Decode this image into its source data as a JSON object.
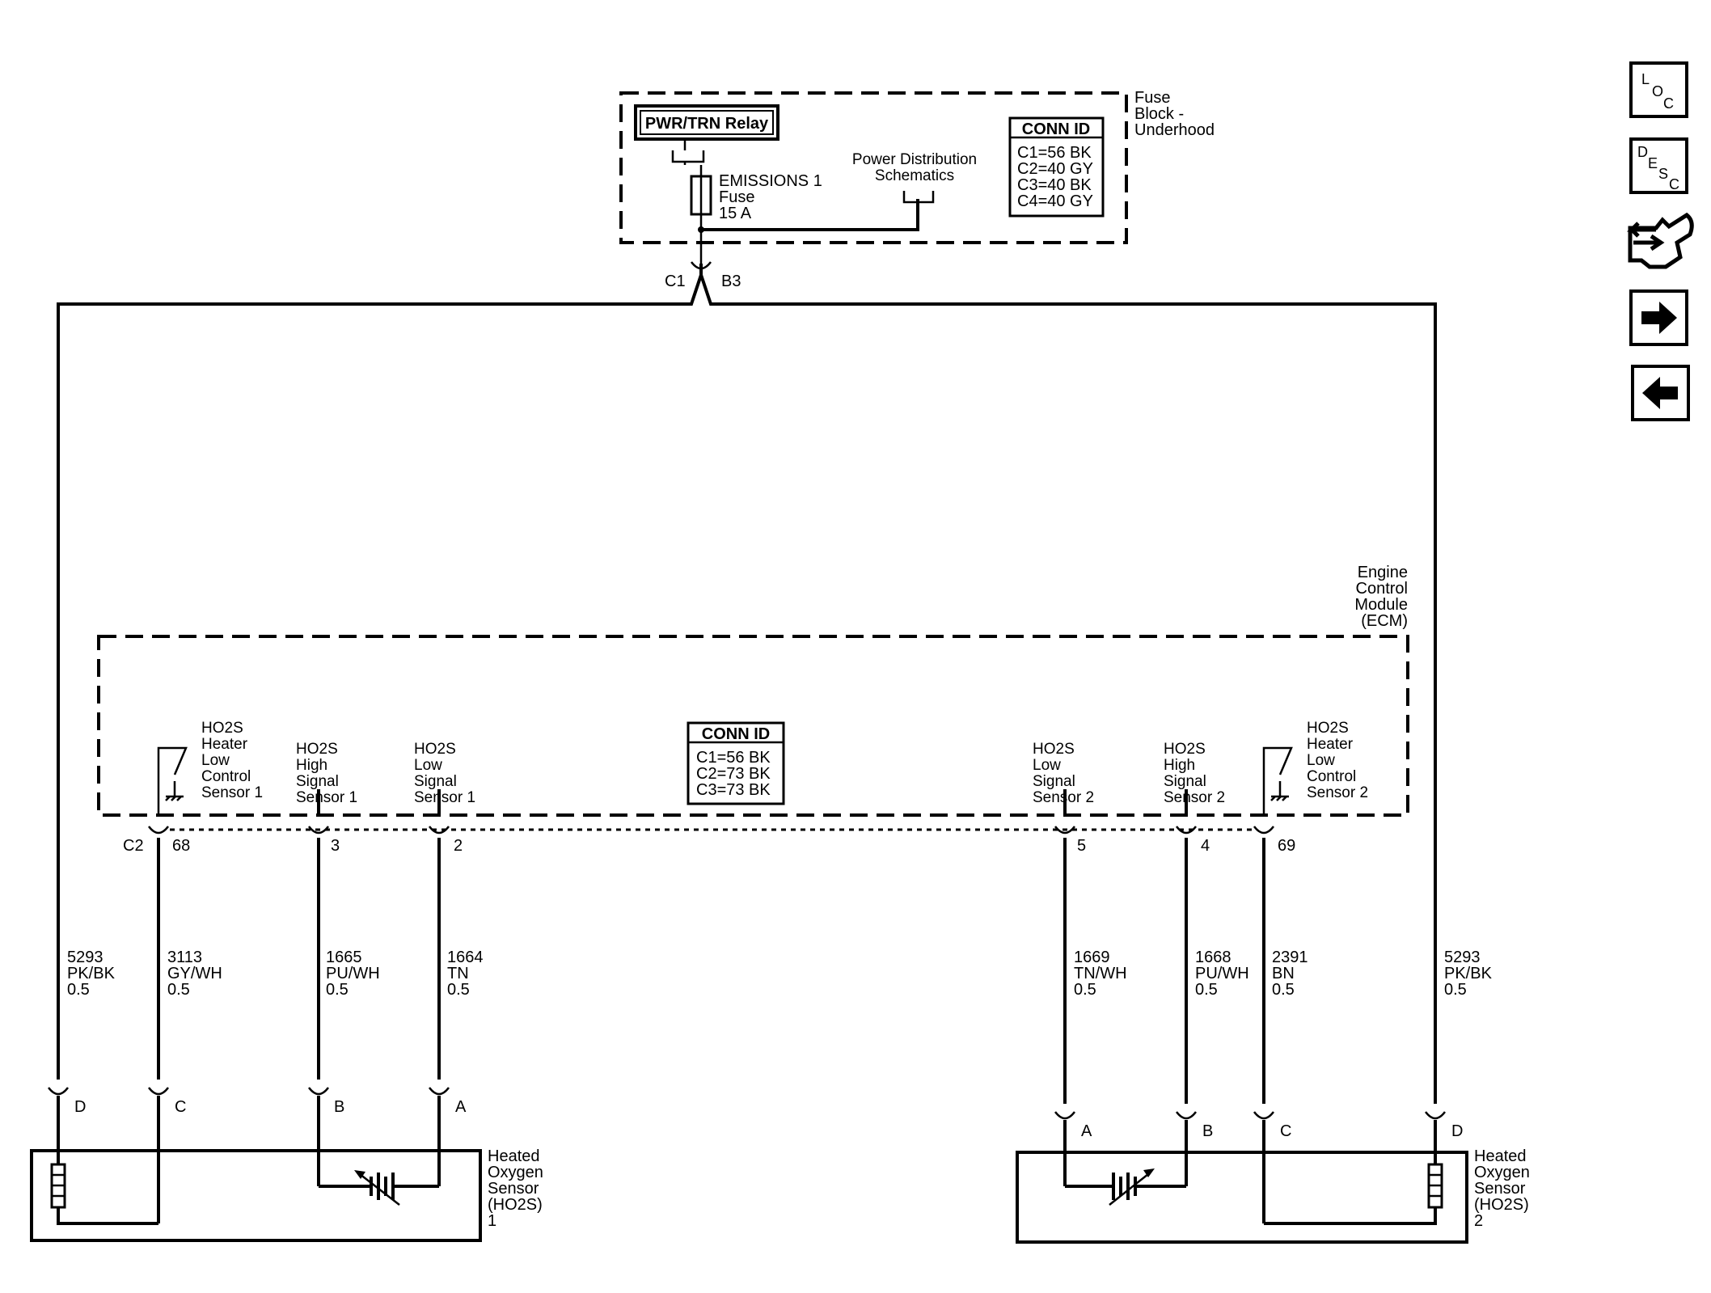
{
  "fuse_block": {
    "relay": "PWR/TRN Relay",
    "fuse_lines": [
      "EMISSIONS 1",
      "Fuse",
      "15 A"
    ],
    "power_dist": [
      "Power Distribution",
      "Schematics"
    ],
    "name": [
      "Fuse",
      "Block -",
      "Underhood"
    ],
    "conn_title": "CONN ID",
    "conn": [
      "C1=56 BK",
      "C2=40 GY",
      "C3=40 BK",
      "C4=40 GY"
    ],
    "connector": "C1",
    "pin": "B3"
  },
  "ecm": {
    "name": [
      "Engine",
      "Control",
      "Module",
      "(ECM)"
    ],
    "conn_title": "CONN ID",
    "conn": [
      "C1=56 BK",
      "C2=73 BK",
      "C3=73 BK"
    ],
    "connector": "C2",
    "functions": [
      {
        "lines": [
          "HO2S",
          "Heater",
          "Low",
          "Control",
          "Sensor 1"
        ],
        "pin": "68"
      },
      {
        "lines": [
          "HO2S",
          "High",
          "Signal",
          "Sensor 1"
        ],
        "pin": "3"
      },
      {
        "lines": [
          "HO2S",
          "Low",
          "Signal",
          "Sensor 1"
        ],
        "pin": "2"
      },
      {
        "lines": [
          "HO2S",
          "Low",
          "Signal",
          "Sensor 2"
        ],
        "pin": "5"
      },
      {
        "lines": [
          "HO2S",
          "High",
          "Signal",
          "Sensor 2"
        ],
        "pin": "4"
      },
      {
        "lines": [
          "HO2S",
          "Heater",
          "Low",
          "Control",
          "Sensor 2"
        ],
        "pin": "69"
      }
    ]
  },
  "wires": [
    {
      "circuit": "5293",
      "color": "PK/BK",
      "size": "0.5"
    },
    {
      "circuit": "3113",
      "color": "GY/WH",
      "size": "0.5"
    },
    {
      "circuit": "1665",
      "color": "PU/WH",
      "size": "0.5"
    },
    {
      "circuit": "1664",
      "color": "TN",
      "size": "0.5"
    },
    {
      "circuit": "1669",
      "color": "TN/WH",
      "size": "0.5"
    },
    {
      "circuit": "1668",
      "color": "PU/WH",
      "size": "0.5"
    },
    {
      "circuit": "2391",
      "color": "BN",
      "size": "0.5"
    },
    {
      "circuit": "5293",
      "color": "PK/BK",
      "size": "0.5"
    }
  ],
  "sensor1": {
    "name": [
      "Heated",
      "Oxygen",
      "Sensor",
      "(HO2S)",
      "1"
    ],
    "pins": [
      "D",
      "C",
      "B",
      "A"
    ]
  },
  "sensor2": {
    "name": [
      "Heated",
      "Oxygen",
      "Sensor",
      "(HO2S)",
      "2"
    ],
    "pins": [
      "A",
      "B",
      "C",
      "D"
    ]
  },
  "nav": {
    "loc": {
      "l1": "L",
      "l2": "O",
      "l3": "C"
    },
    "desc": {
      "l1": "D",
      "l2": "E",
      "l3": "S",
      "l4": "C"
    },
    "icons": [
      "connector-end-view-icon",
      "next-arrow-icon",
      "previous-arrow-icon"
    ]
  }
}
